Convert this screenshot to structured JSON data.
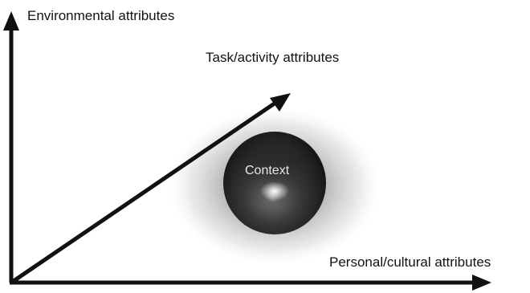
{
  "labels": {
    "environmental": "Environmental attributes",
    "task": "Task/activity attributes",
    "personal": "Personal/cultural attributes",
    "context": "Context"
  },
  "colors": {
    "ink": "#111111",
    "halo": "#8a8a8a",
    "sphere_dark": "#161616",
    "sphere_mid": "#4a4a4a",
    "highlight": "#ffffff"
  }
}
